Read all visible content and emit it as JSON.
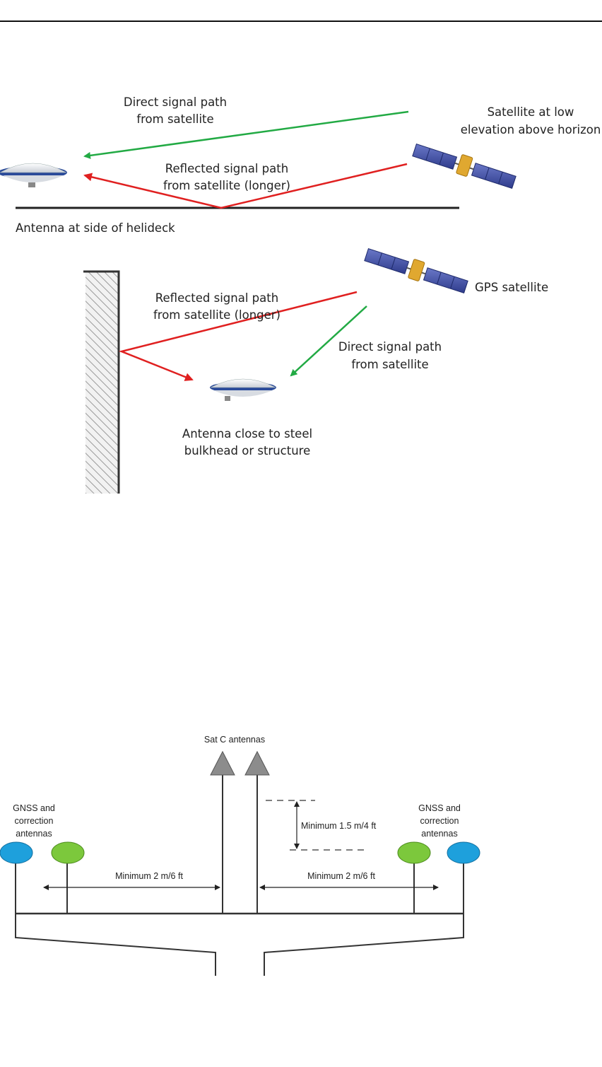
{
  "figure1": {
    "direct_label_1": "Direct signal path",
    "direct_label_2": "from satellite",
    "satellite_label_1": "Satellite at low",
    "satellite_label_2": "elevation above horizon",
    "reflected_label_1": "Reflected signal path",
    "reflected_label_2": "from satellite (longer)",
    "antenna_label": "Antenna at side of helideck"
  },
  "figure2": {
    "reflected_label_1": "Reflected signal path",
    "reflected_label_2": "from satellite (longer)",
    "satellite_label": "GPS satellite",
    "direct_label_1": "Direct signal path",
    "direct_label_2": "from satellite",
    "antenna_label_1": "Antenna close to steel",
    "antenna_label_2": "bulkhead or structure"
  },
  "figure3": {
    "satc_label": "Sat C antennas",
    "gnss_left_1": "GNSS and",
    "gnss_left_2": "correction",
    "gnss_left_3": "antennas",
    "gnss_right_1": "GNSS and",
    "gnss_right_2": "correction",
    "gnss_right_3": "antennas",
    "vertical_min": "Minimum 1.5 m/4 ft",
    "left_min": "Minimum 2 m/6 ft",
    "right_min": "Minimum 2 m/6 ft"
  },
  "colors": {
    "direct_signal": "#22aa44",
    "reflected_signal": "#e02020",
    "gnss_blue": "#1ea0dc",
    "gnss_green": "#7cc83c",
    "satc_gray": "#8c8c8c"
  }
}
